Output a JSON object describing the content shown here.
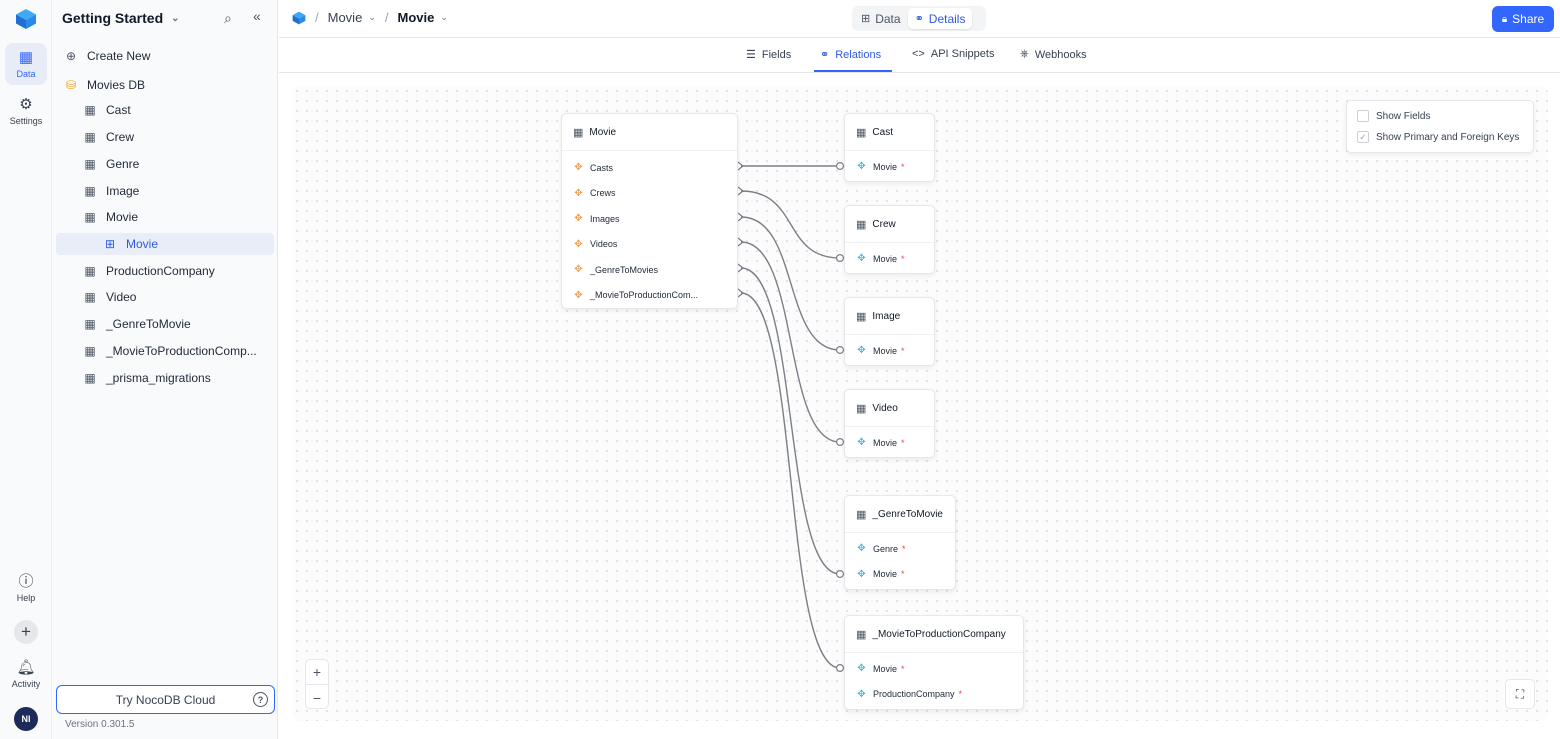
{
  "rail": {
    "items": [
      {
        "label": "Data",
        "icon": "table-icon"
      },
      {
        "label": "Settings",
        "icon": "gear-icon"
      },
      {
        "label": "Help",
        "icon": "help-circle-icon"
      },
      {
        "label": "Activity",
        "icon": "bell-icon"
      }
    ],
    "avatar": "NI",
    "accent": "#3366ff"
  },
  "sidebar": {
    "workspace": "Getting Started",
    "create_new": "Create New",
    "base": "Movies DB",
    "tables": [
      "Cast",
      "Crew",
      "Genre",
      "Image",
      "Movie"
    ],
    "active_view": "Movie",
    "tables_after": [
      "ProductionCompany",
      "Video",
      "_GenreToMovie",
      "_MovieToProductionComp...",
      "_prisma_migrations"
    ],
    "try_cloud": "Try NocoDB Cloud",
    "version": "Version 0.301.5"
  },
  "topbar": {
    "breadcrumb": [
      "Movie",
      "Movie"
    ],
    "toggle": [
      "Data",
      "Details"
    ],
    "toggle_selected": "Details",
    "share": "Share"
  },
  "tabs": {
    "items": [
      "Fields",
      "Relations",
      "API Snippets",
      "Webhooks"
    ],
    "active": "Relations"
  },
  "diagram": {
    "source": {
      "title": "Movie",
      "fields": [
        "Casts",
        "Crews",
        "Images",
        "Videos",
        "_GenreToMovies",
        "_MovieToProductionCom..."
      ]
    },
    "targets": [
      {
        "title": "Cast",
        "fields": [
          {
            "name": "Movie",
            "required": "*"
          }
        ]
      },
      {
        "title": "Crew",
        "fields": [
          {
            "name": "Movie",
            "required": "*"
          }
        ]
      },
      {
        "title": "Image",
        "fields": [
          {
            "name": "Movie",
            "required": "*"
          }
        ]
      },
      {
        "title": "Video",
        "fields": [
          {
            "name": "Movie",
            "required": "*"
          }
        ]
      },
      {
        "title": "_GenreToMovie",
        "fields": [
          {
            "name": "Genre",
            "required": "*"
          },
          {
            "name": "Movie",
            "required": "*"
          }
        ]
      },
      {
        "title": "_MovieToProductionCompany",
        "fields": [
          {
            "name": "Movie",
            "required": "*"
          },
          {
            "name": "ProductionCompany",
            "required": "*"
          }
        ]
      }
    ],
    "options": {
      "show_fields": "Show Fields",
      "show_keys": "Show Primary and Foreign Keys",
      "show_fields_checked": false,
      "show_keys_checked": true
    },
    "zoom_in": "+",
    "zoom_out": "−",
    "link_color": "#7b7f86",
    "fk_icon_color": "#f59e4c",
    "pk_icon_color": "#38bdf8"
  }
}
